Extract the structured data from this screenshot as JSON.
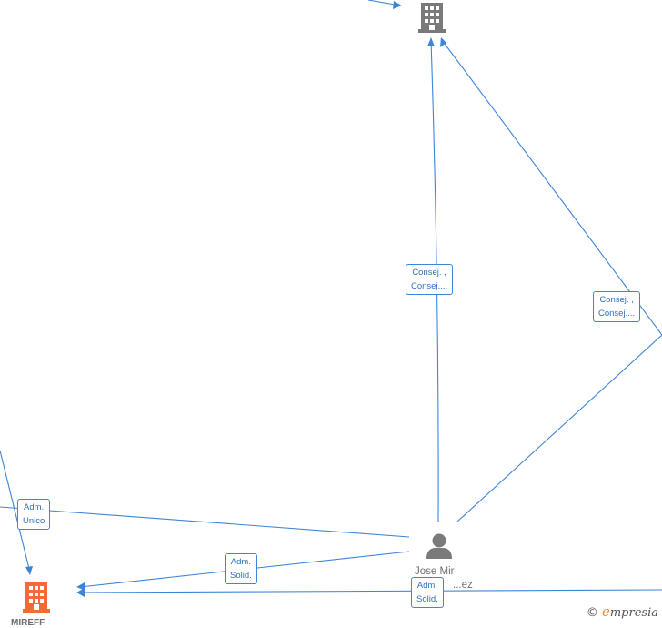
{
  "nodes": {
    "top_company": {
      "kind": "company",
      "color": "#7a7a7a"
    },
    "bottom_company": {
      "kind": "company",
      "color": "#f26a3a",
      "name": "MIREFF"
    },
    "person": {
      "kind": "person",
      "color": "#7a7a7a",
      "name_line1": "Jose Mir",
      "name_line2": "...ez"
    }
  },
  "edge_labels": {
    "consej_top": {
      "line1": "Consej. ,",
      "line2": "Consej...."
    },
    "consej_right": {
      "line1": "Consej. ,",
      "line2": "Consej...."
    },
    "adm_unico": {
      "line1": "Adm.",
      "line2": "Unico"
    },
    "adm_solid_left": {
      "line1": "Adm.",
      "line2": "Solid."
    },
    "adm_solid_bottom": {
      "line1": "Adm.",
      "line2": "Solid."
    }
  },
  "colors": {
    "edge": "#3d85d8",
    "label_text": "#2f6fbf"
  },
  "watermark": {
    "symbol": "©",
    "brand_initial": "e",
    "brand_rest": "mpresia"
  }
}
